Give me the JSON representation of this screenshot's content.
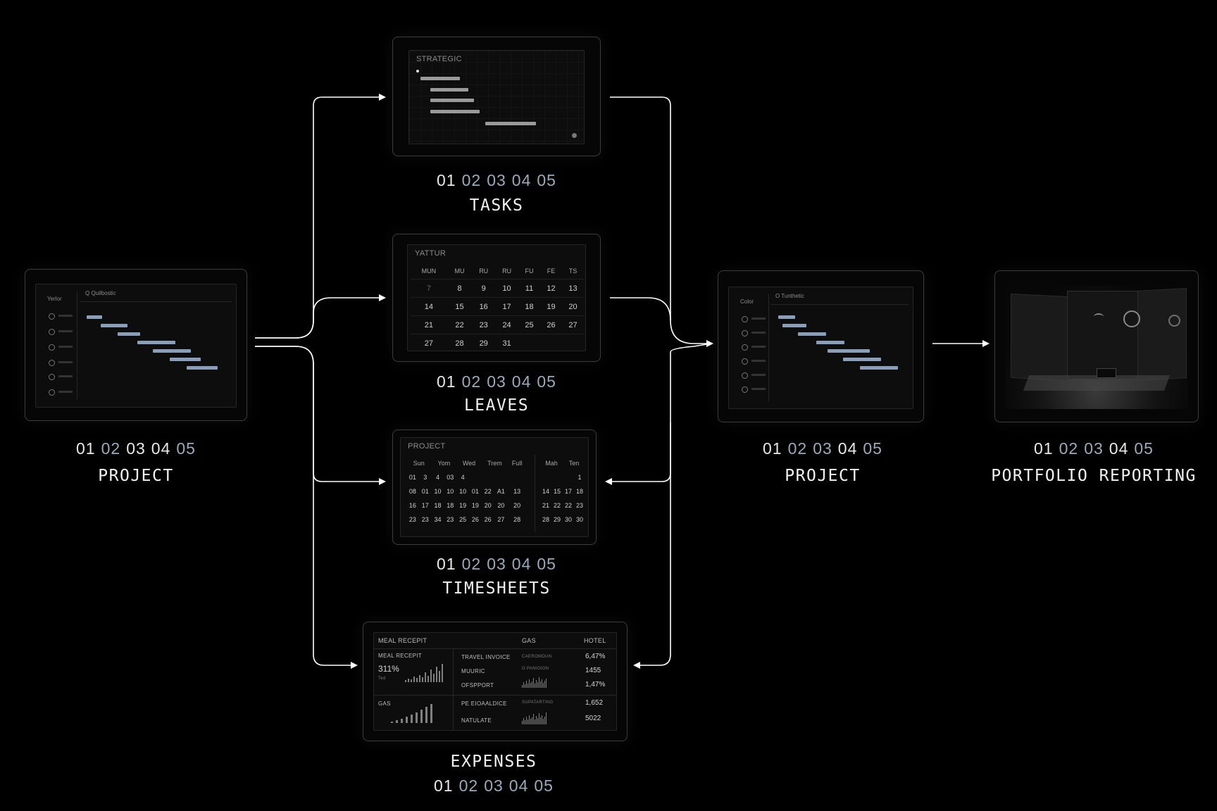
{
  "nodes": {
    "project_left": {
      "steps": [
        "01",
        "02",
        "03",
        "04",
        "05"
      ],
      "label": "PROJECT",
      "sidebar_title": "Yerlor",
      "search": "Q  Quilbostic"
    },
    "tasks": {
      "steps": [
        "01",
        "02",
        "03",
        "04",
        "05"
      ],
      "label": "TASKS",
      "panel_title": "STRATEGIC"
    },
    "leaves": {
      "steps": [
        "01",
        "02",
        "03",
        "04",
        "05"
      ],
      "label": "LEAVES",
      "panel_title": "YATTUR",
      "days": [
        "MUN",
        "MU",
        "RU",
        "RU",
        "FU",
        "FE",
        "TS"
      ],
      "rows": [
        [
          "7",
          "8",
          "9",
          "10",
          "11",
          "12",
          "13"
        ],
        [
          "14",
          "15",
          "16",
          "17",
          "18",
          "19",
          "20"
        ],
        [
          "21",
          "22",
          "23",
          "24",
          "25",
          "26",
          "27"
        ],
        [
          "27",
          "28",
          "29",
          "31",
          "",
          "",
          ""
        ]
      ]
    },
    "timesheets": {
      "steps": [
        "01",
        "02",
        "03",
        "04",
        "05"
      ],
      "label": "TIMESHEETS",
      "panel_title": "PROJECT",
      "left_days": [
        "Sun",
        "Yom",
        "Wed",
        "Trem",
        "Full"
      ],
      "right_days": [
        "Mah",
        "Ten"
      ],
      "left_rows": [
        [
          "01",
          "3",
          "4",
          "03",
          "4"
        ],
        [
          "08",
          "01",
          "10",
          "10",
          "10",
          "01",
          "22",
          "A1",
          "13"
        ],
        [
          "16",
          "17",
          "18",
          "18",
          "19",
          "19",
          "20",
          "20",
          "20"
        ],
        [
          "23",
          "23",
          "34",
          "23",
          "25",
          "26",
          "26",
          "27",
          "28"
        ]
      ],
      "right_rows": [
        [
          "",
          "",
          "",
          "1"
        ],
        [
          "14",
          "15",
          "17",
          "18"
        ],
        [
          "21",
          "22",
          "22",
          "23"
        ],
        [
          "28",
          "29",
          "30",
          "30"
        ]
      ]
    },
    "expenses": {
      "steps": [
        "01",
        "02",
        "03",
        "04",
        "05"
      ],
      "label": "EXPENSES",
      "headers": [
        "MEAL RECEPIT",
        "GAS",
        "HOTEL"
      ],
      "meal_label": "MEAL RECEPIT",
      "meal_value": "311%",
      "meal_sub": "Ted",
      "gas_label": "GAS",
      "mid_items": [
        "TRAVEL INVOICE",
        "MUURIC",
        "OFSPPORT",
        "PE EIOAALDICE",
        "NATULATE"
      ],
      "small_labels": [
        "CAEROMOUN",
        "O PANIOION",
        "SUPATARTING"
      ],
      "right_values": [
        "6,47%",
        "1455",
        "1,47%",
        "1,652",
        "5022"
      ]
    },
    "project_right": {
      "steps": [
        "01",
        "02",
        "03",
        "04",
        "05"
      ],
      "label": "PROJECT",
      "sidebar_title": "Color",
      "search": "O  Tunthetic"
    },
    "portfolio": {
      "steps": [
        "01",
        "02",
        "03",
        "04",
        "05"
      ],
      "label": "PORTFOLIO REPORTING"
    }
  },
  "step_colors": {
    "project_left": [
      "white",
      "blue",
      "white",
      "white",
      "blue"
    ],
    "tasks": [
      "white",
      "blue",
      "blue",
      "blue",
      "blue"
    ],
    "leaves": [
      "white",
      "blue",
      "blue",
      "blue",
      "blue"
    ],
    "timesheets": [
      "white",
      "blue",
      "blue",
      "blue",
      "blue"
    ],
    "expenses": [
      "white",
      "blue",
      "blue",
      "blue",
      "blue"
    ],
    "project_right": [
      "white",
      "blue",
      "blue",
      "white",
      "blue"
    ],
    "portfolio": [
      "white",
      "blue",
      "blue",
      "white",
      "blue"
    ]
  },
  "colors": {
    "background": "#000000",
    "connector": "#ffffff",
    "step_white": "#e8e8e8",
    "step_blue": "#9aa9bb",
    "gantt_bar": "#8c9db4"
  }
}
